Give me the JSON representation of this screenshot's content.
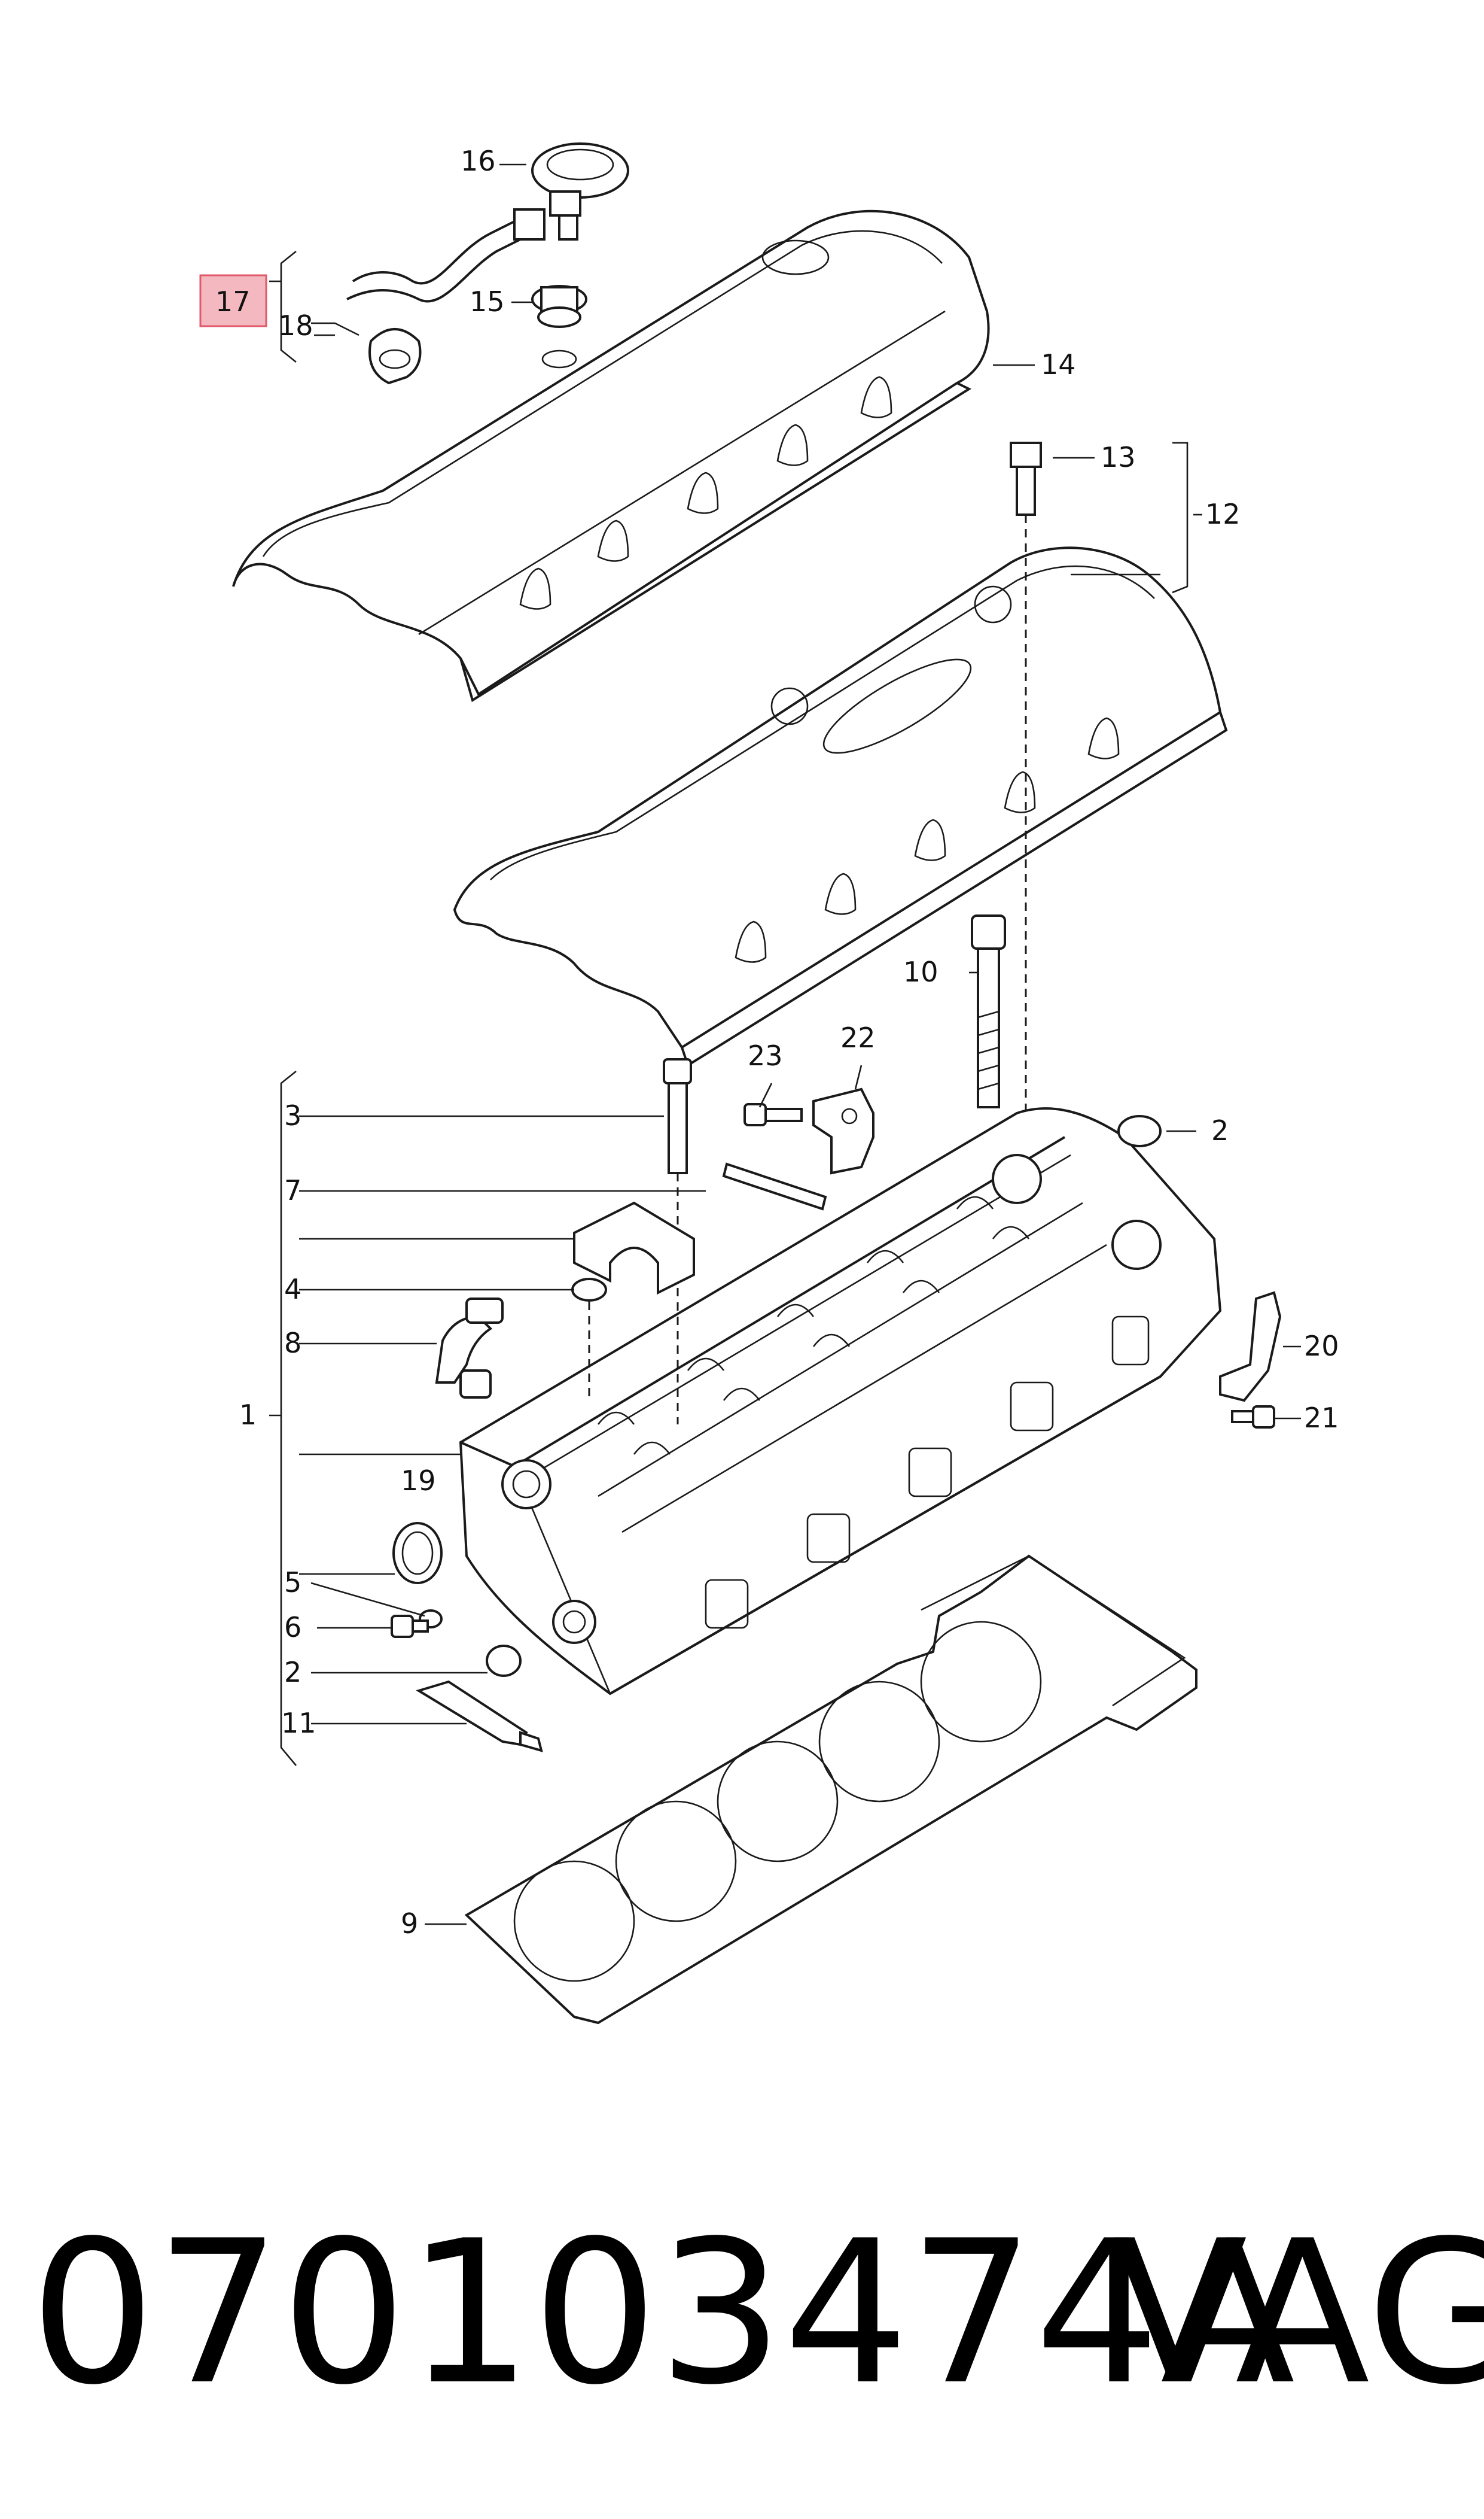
{
  "diagram": {
    "labels": {
      "l1": "1",
      "l2a": "2",
      "l2b": "2",
      "l3": "3",
      "l4": "4",
      "l5": "5",
      "l6": "6",
      "l7": "7",
      "l8": "8",
      "l9": "9",
      "l10": "10",
      "l11": "11",
      "l12": "12",
      "l13": "13",
      "l14": "14",
      "l15": "15",
      "l16": "16",
      "l17": "17",
      "l18": "18",
      "l19": "19",
      "l20": "20",
      "l21": "21",
      "l22": "22",
      "l23": "23"
    },
    "highlight_color": "#f3b8c0",
    "highlight_border": "#e05a6a"
  },
  "caption": {
    "part_number": "070103474A",
    "brand": "VAG"
  }
}
